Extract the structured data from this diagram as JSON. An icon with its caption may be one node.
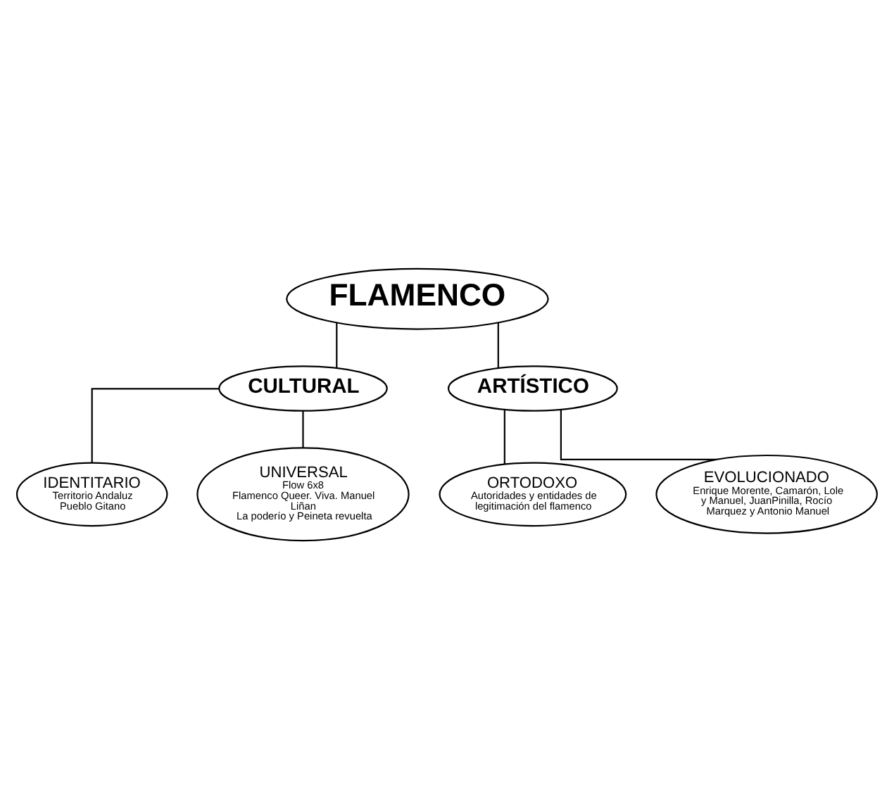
{
  "diagram": {
    "nodes": [
      {
        "text": [
          "FLAMENCO"
        ]
      },
      {
        "text": [
          "CULTURAL"
        ]
      },
      {
        "text": [
          "ARTÍSTICO"
        ]
      },
      {
        "text": [
          "IDENTITARIO",
          "Territorio Andaluz",
          "Pueblo Gitano"
        ]
      },
      {
        "text": [
          "UNIVERSAL",
          "Flow 6x8",
          "Flamenco Queer. Viva. Manuel Liñan",
          "La poderío y Peineta revuelta"
        ]
      },
      {
        "text": [
          "ORTODOXO",
          "Autoridades y entidades de legitimación del flamenco"
        ]
      },
      {
        "text": [
          "EVOLUCIONADO",
          "Enrique Morente, Camarón, Lole y Manuel, JuanPinilla, Rocío Marquez y Antonio Manuel"
        ]
      }
    ],
    "edges": [
      {
        "from": 0,
        "to": 1,
        "arrow": "none"
      },
      {
        "from": 0,
        "to": 2,
        "arrow": "none"
      },
      {
        "from": 1,
        "to": 3,
        "arrow": "none"
      },
      {
        "from": 1,
        "to": 4,
        "arrow": "none"
      },
      {
        "from": 2,
        "to": 5,
        "arrow": "none"
      },
      {
        "from": 2,
        "to": 6,
        "arrow": "none"
      }
    ]
  }
}
